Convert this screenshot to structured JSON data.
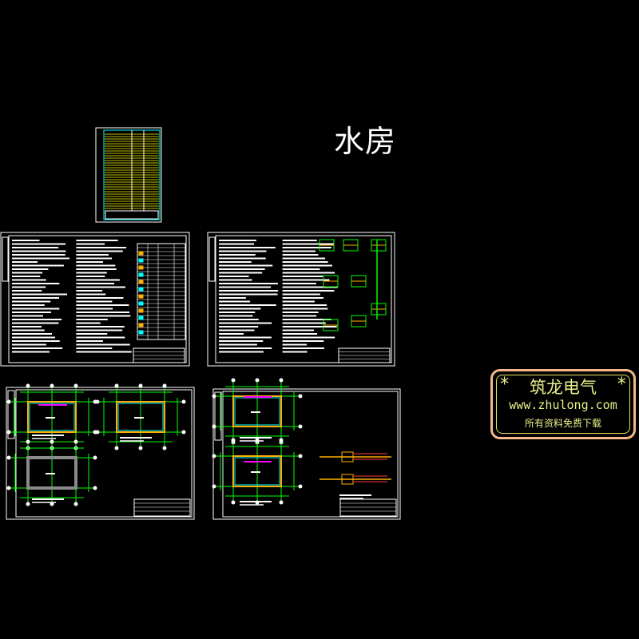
{
  "drawing": {
    "title": "水房",
    "colors": {
      "background": "#000000",
      "frame": "#ffffff",
      "grid": "#00ff00",
      "wall": "#ffb000",
      "cyan": "#00ffff",
      "magenta": "#ff00ff",
      "table": "#ffff00"
    }
  },
  "watermark": {
    "star_left": "*",
    "brand": "筑龙电气",
    "star_right": "*",
    "url": "www.zhulong.com",
    "subtitle": "所有资料免费下载"
  }
}
